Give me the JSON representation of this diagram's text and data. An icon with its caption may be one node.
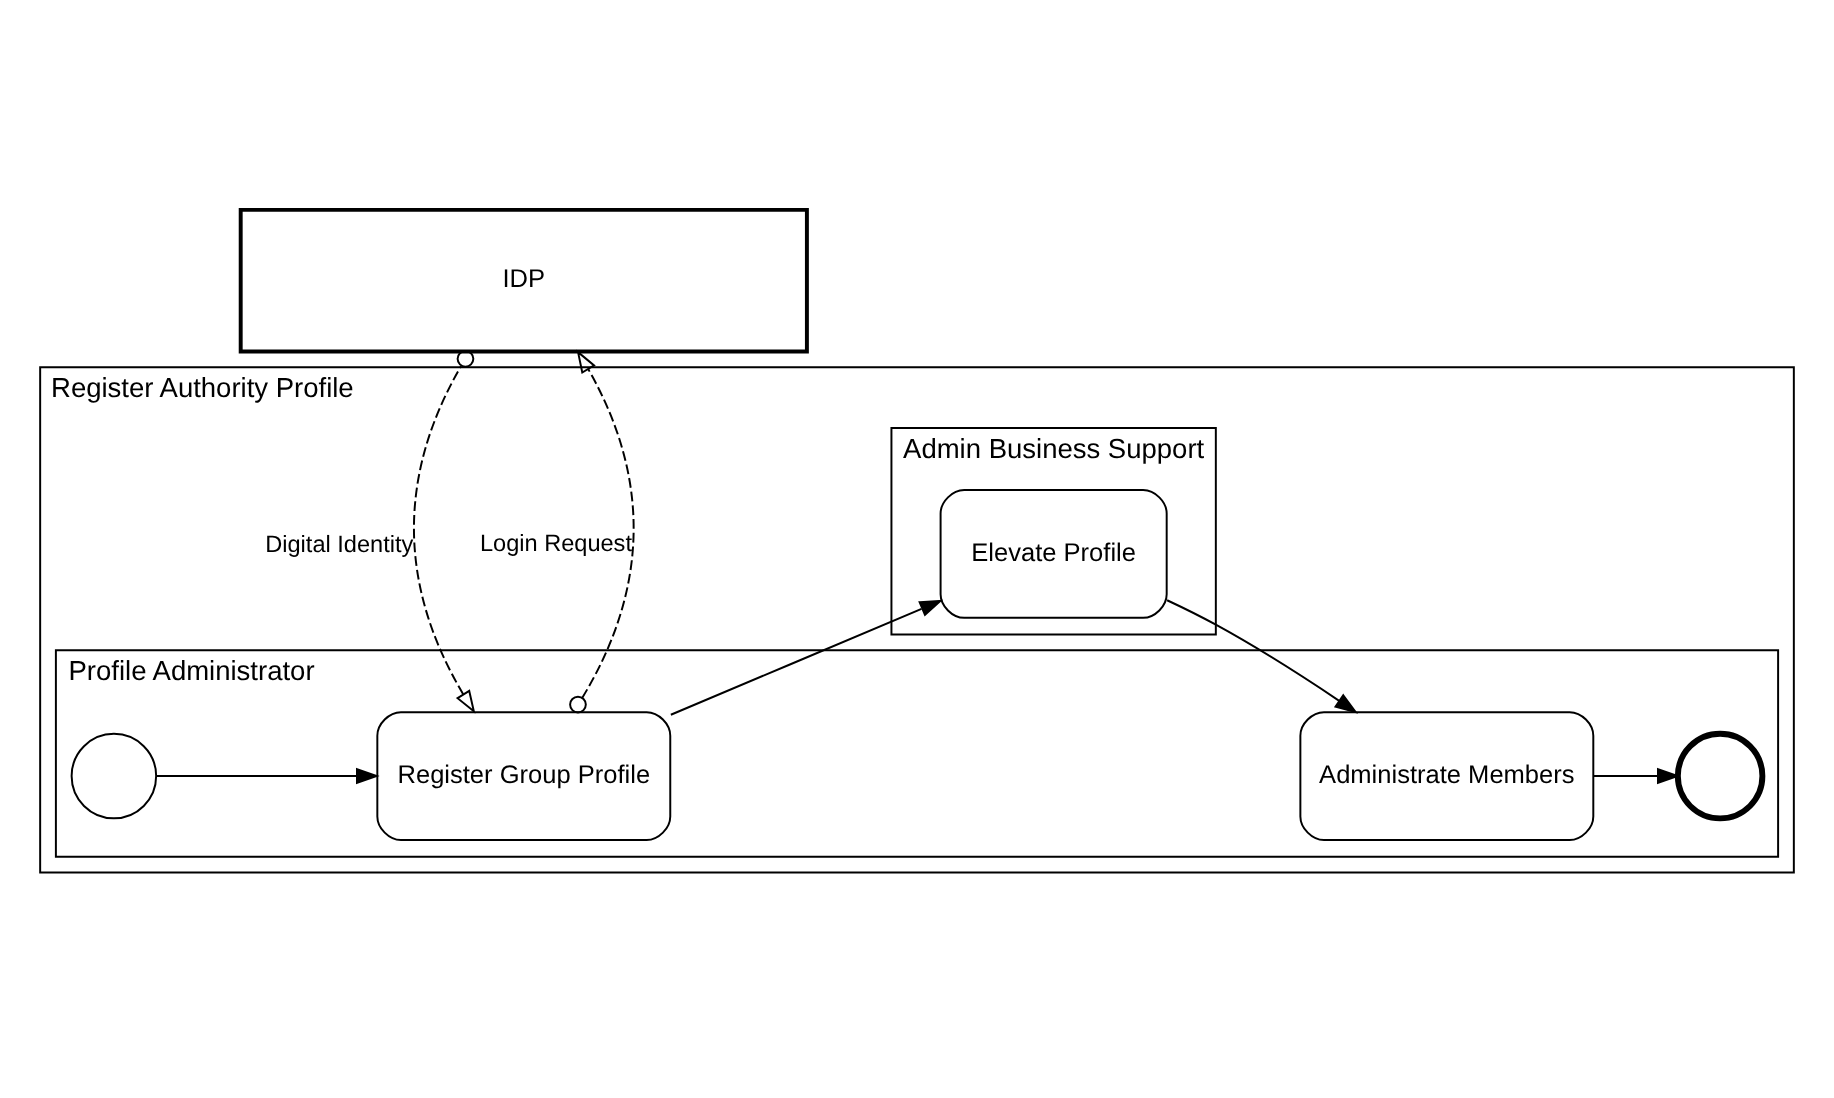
{
  "diagram": {
    "nodes": [
      {
        "text": [
          "IDP"
        ]
      },
      {
        "text": [
          "Register Authority Profile"
        ]
      },
      {
        "text": [
          "Profile Administrator"
        ],
        "in": 1
      },
      {
        "text": [],
        "shape": "circle",
        "in": 2
      },
      {
        "text": [
          "Register Group Profile"
        ],
        "in": 2
      },
      {
        "text": [
          "Administrate Members"
        ],
        "in": 2
      },
      {
        "text": [],
        "shape": "circle",
        "in": 2
      },
      {
        "text": [
          "Admin Business Support"
        ],
        "in": 1
      },
      {
        "text": [
          "Elevate Profile"
        ],
        "in": 7
      }
    ],
    "edges": [
      {
        "from": 4,
        "to": 0,
        "arrow": "to",
        "label": "Login Request",
        "style": "dashed"
      },
      {
        "from": 0,
        "to": 4,
        "arrow": "to",
        "label": "Digital Identity",
        "style": "dashed"
      },
      {
        "from": 3,
        "to": 4,
        "arrow": "to"
      },
      {
        "from": 4,
        "to": 8,
        "arrow": "to"
      },
      {
        "from": 8,
        "to": 5,
        "arrow": "to"
      },
      {
        "from": 5,
        "to": 6,
        "arrow": "to"
      }
    ]
  }
}
